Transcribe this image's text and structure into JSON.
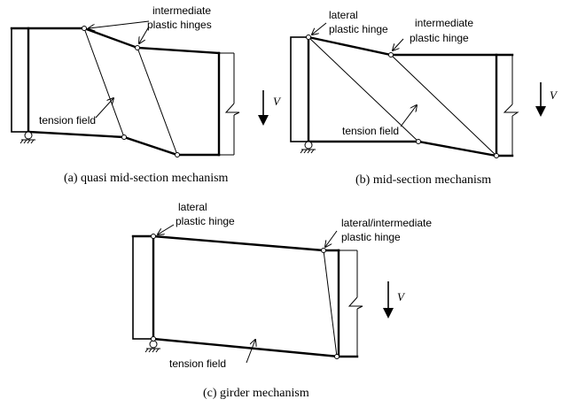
{
  "panel_a": {
    "label_hinges_1": "intermediate",
    "label_hinges_2": "plastic hinges",
    "label_tension": "tension field",
    "load_label": "V",
    "caption": "(a) quasi mid-section mechanism"
  },
  "panel_b": {
    "label_lateral_1": "lateral",
    "label_lateral_2": "plastic hinge",
    "label_inter_1": "intermediate",
    "label_inter_2": "plastic hinge",
    "label_tension": "tension field",
    "load_label": "V",
    "caption": "(b) mid-section mechanism"
  },
  "panel_c": {
    "label_lateral_1": "lateral",
    "label_lateral_2": "plastic hinge",
    "label_latint_1": "lateral/intermediate",
    "label_latint_2": "plastic hinge",
    "label_tension": "tension field",
    "load_label": "V",
    "caption": "(c) girder mechanism"
  }
}
